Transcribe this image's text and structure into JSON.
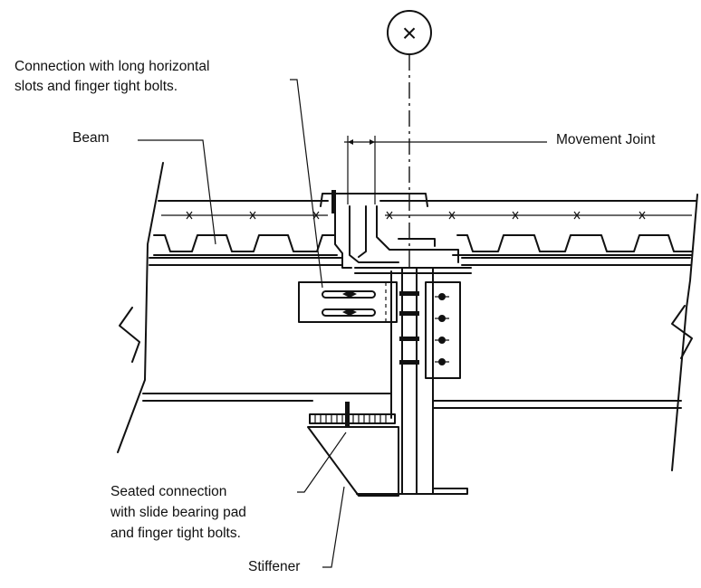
{
  "labels": {
    "connection_line1": "Connection with long horizontal",
    "connection_line2": "slots and finger tight bolts.",
    "beam": "Beam",
    "movement_joint": "Movement Joint",
    "seated_line1": "Seated connection",
    "seated_line2": "with slide bearing pad",
    "seated_line3": "and finger tight bolts.",
    "stiffener": "Stiffener"
  },
  "gridline_marker": "×"
}
